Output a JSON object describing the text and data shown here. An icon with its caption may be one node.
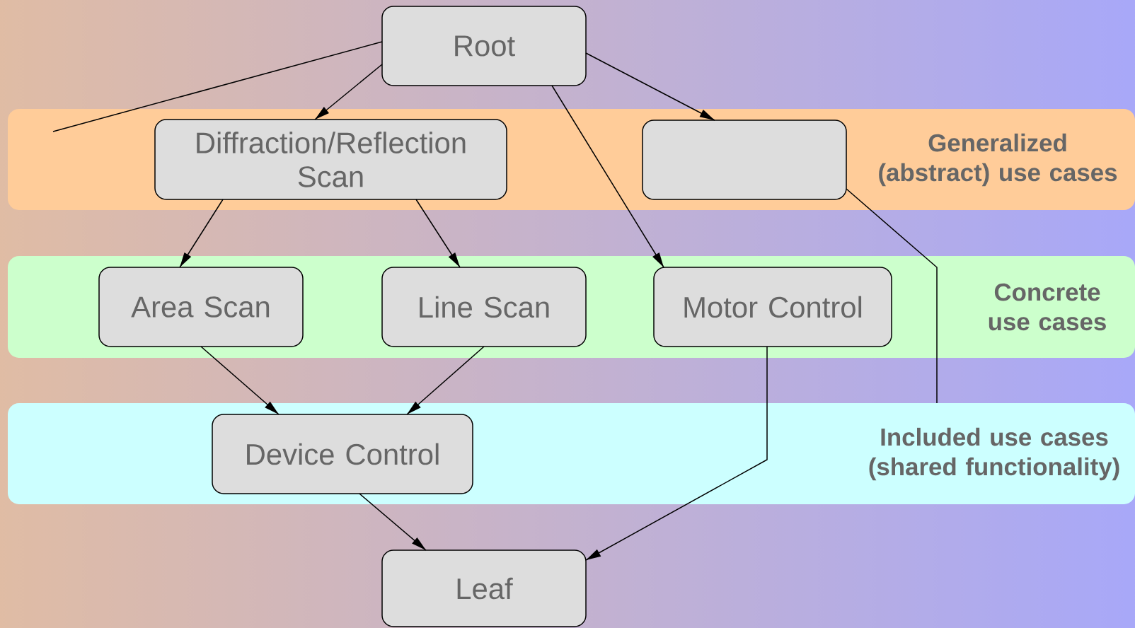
{
  "diagram": {
    "nodes": [
      {
        "text": [
          "Root"
        ]
      },
      {
        "text": [
          "Generalized (abstract) use cases"
        ]
      },
      {
        "text": [
          "Diffraction/Reflection Scan"
        ],
        "in": 1
      },
      {
        "text": [],
        "shape": "box",
        "in": 1
      },
      {
        "text": [
          "Concrete use cases"
        ]
      },
      {
        "text": [
          "Area Scan"
        ],
        "in": 4
      },
      {
        "text": [
          "Line Scan"
        ],
        "in": 4
      },
      {
        "text": [
          "Motor Control"
        ],
        "in": 4
      },
      {
        "text": [
          "Included use cases (shared functionality)"
        ]
      },
      {
        "text": [
          "Device Control"
        ],
        "in": 8
      },
      {
        "text": [
          "Leaf"
        ]
      }
    ],
    "edges": [
      {
        "from": 0,
        "to": null,
        "arrow": "none"
      },
      {
        "from": 0,
        "to": 2,
        "arrow": "to"
      },
      {
        "from": 0,
        "to": 3,
        "arrow": "to"
      },
      {
        "from": 0,
        "to": 7,
        "arrow": "to"
      },
      {
        "from": 2,
        "to": 5,
        "arrow": "to"
      },
      {
        "from": 2,
        "to": 6,
        "arrow": "to"
      },
      {
        "from": 3,
        "to": 8,
        "arrow": "none"
      },
      {
        "from": 5,
        "to": 9,
        "arrow": "to"
      },
      {
        "from": 6,
        "to": 9,
        "arrow": "to"
      },
      {
        "from": 7,
        "to": 10,
        "arrow": "to"
      },
      {
        "from": 9,
        "to": 10,
        "arrow": "to"
      }
    ]
  }
}
